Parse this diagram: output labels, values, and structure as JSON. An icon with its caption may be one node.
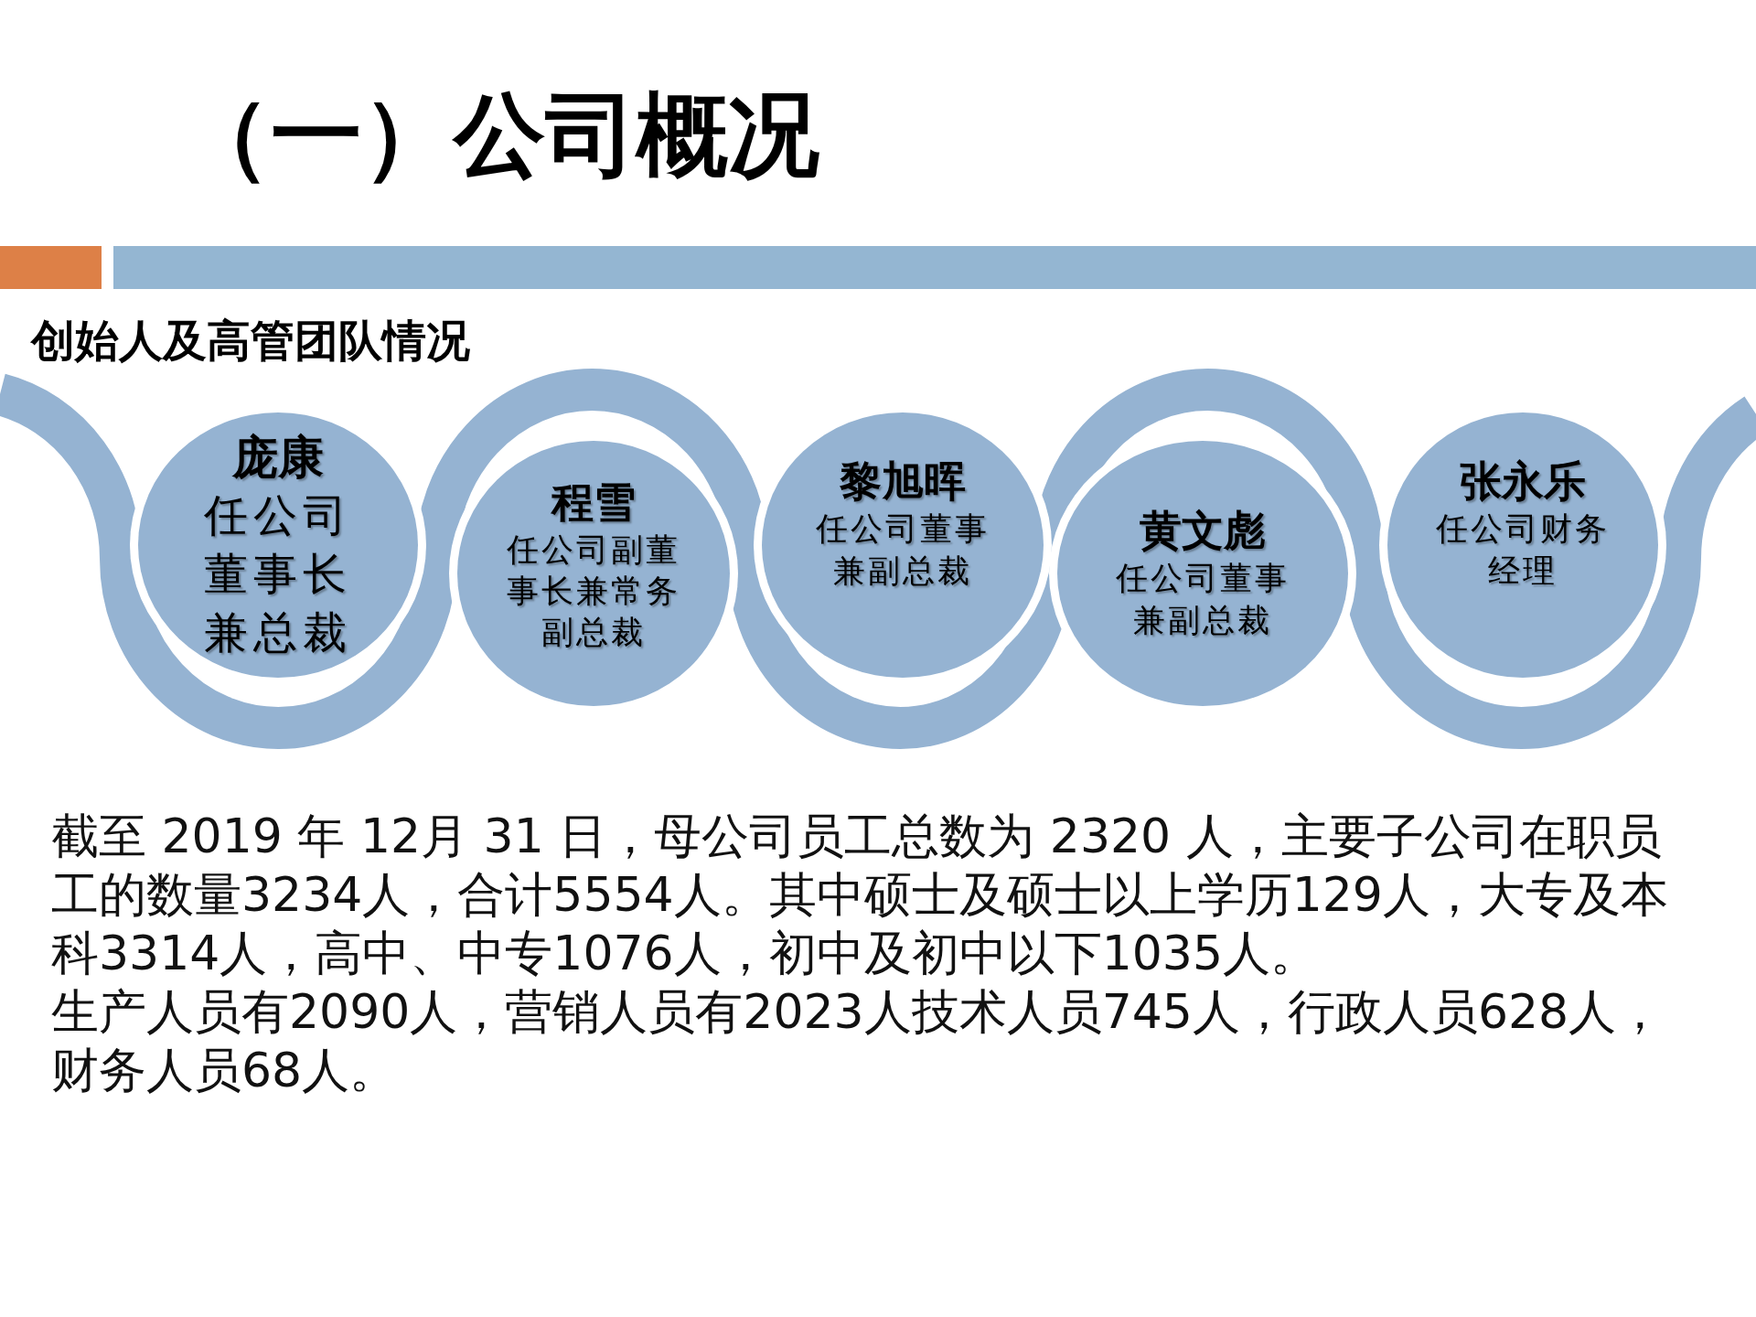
{
  "diagram": {
    "title": "（一）公司概况",
    "nodes": [
      {
        "text": [
          "庞康",
          "任公司董事长兼总裁"
        ]
      },
      {
        "text": [
          "程雪",
          "任公司副董事长兼常务副总裁"
        ]
      },
      {
        "text": [
          "黎旭晖",
          "任公司董事兼副总裁"
        ]
      },
      {
        "text": [
          "黄文彪",
          "任公司董事兼副总裁"
        ]
      },
      {
        "text": [
          "张永乐",
          "任公司财务经理"
        ]
      }
    ],
    "labels": [
      "创始人及高管团队情况",
      "截至 2019 年 12月 31 日，母公司员工总数为 2320 人，主要子公司在职员工的数量3234人，合计5554人。其中硕士及硕士以上学历129人，大专及本科3314人，高中、中专1076人，初中及初中以下1035人。",
      "生产人员有2090人，营销人员有2023人技术人员745人，行政人员628人，财务人员68人。"
    ]
  }
}
